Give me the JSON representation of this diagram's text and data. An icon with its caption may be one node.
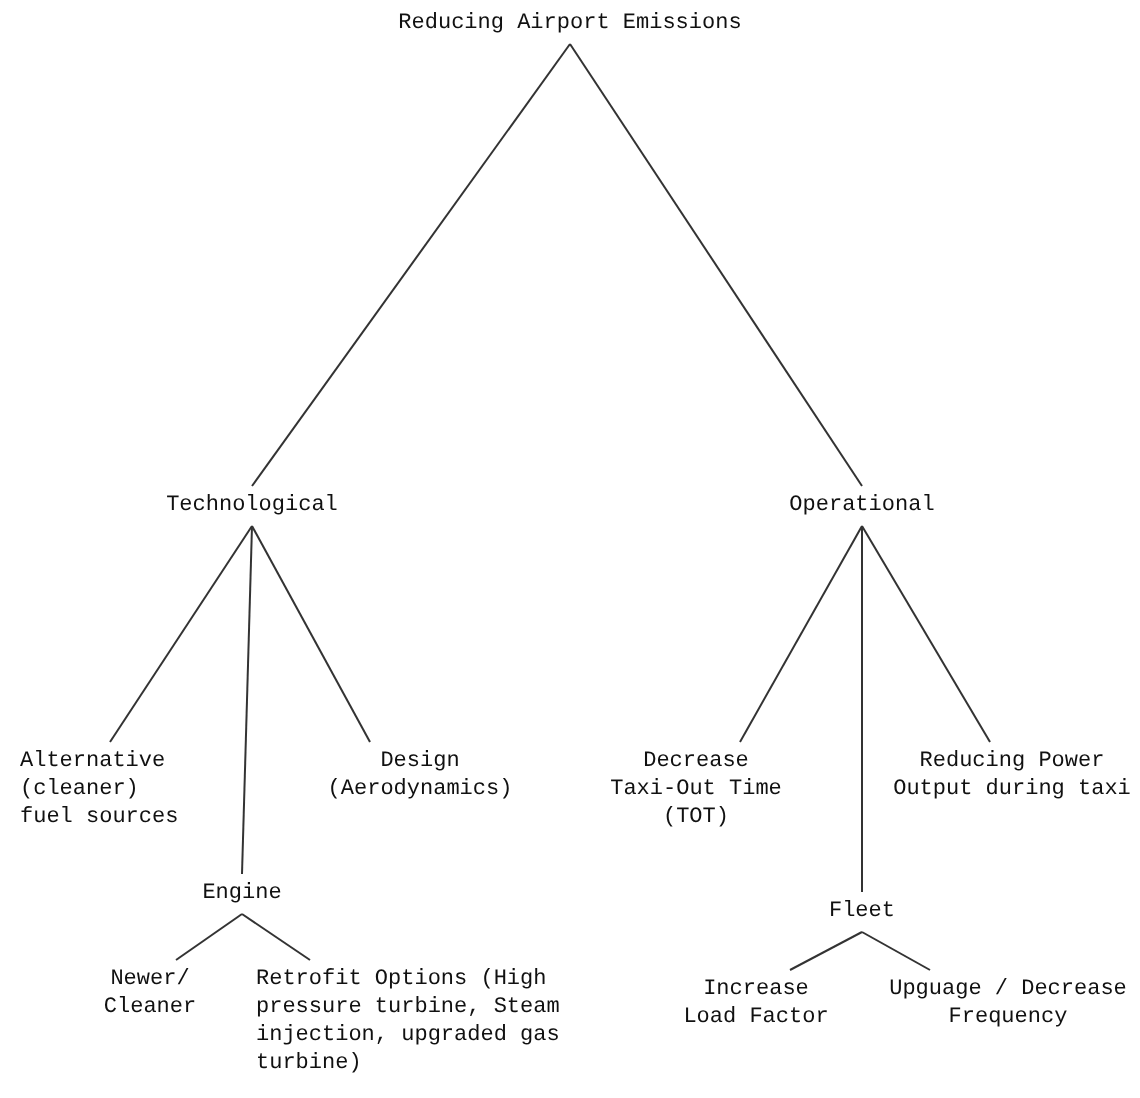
{
  "diagram": {
    "nodes": [
      {
        "text": [
          "Reducing Airport Emissions"
        ]
      },
      {
        "text": [
          "Technological"
        ]
      },
      {
        "text": [
          "Operational"
        ]
      },
      {
        "text": [
          "Alternative (cleaner) fuel sources"
        ]
      },
      {
        "text": [
          "Engine"
        ]
      },
      {
        "text": [
          "Design (Aerodynamics)"
        ]
      },
      {
        "text": [
          "Decrease Taxi-Out Time (TOT)"
        ]
      },
      {
        "text": [
          "Fleet"
        ]
      },
      {
        "text": [
          "Reducing Power Output during taxi"
        ]
      },
      {
        "text": [
          "Newer/ Cleaner"
        ]
      },
      {
        "text": [
          "Retrofit Options (High pressure turbine, Steam injection, upgraded gas turbine)"
        ]
      },
      {
        "text": [
          "Increase Load Factor"
        ]
      },
      {
        "text": [
          "Upguage / Decrease Frequency"
        ]
      }
    ],
    "edges": [
      {
        "from": 0,
        "to": 1,
        "arrow": "none"
      },
      {
        "from": 0,
        "to": 2,
        "arrow": "none"
      },
      {
        "from": 1,
        "to": 3,
        "arrow": "none"
      },
      {
        "from": 1,
        "to": 4,
        "arrow": "none"
      },
      {
        "from": 1,
        "to": 5,
        "arrow": "none"
      },
      {
        "from": 2,
        "to": 6,
        "arrow": "none"
      },
      {
        "from": 2,
        "to": 7,
        "arrow": "none"
      },
      {
        "from": 2,
        "to": 8,
        "arrow": "none"
      },
      {
        "from": 4,
        "to": 9,
        "arrow": "none"
      },
      {
        "from": 4,
        "to": 10,
        "arrow": "none"
      },
      {
        "from": 7,
        "to": 11,
        "arrow": "none"
      },
      {
        "from": 7,
        "to": 12,
        "arrow": "none"
      }
    ]
  }
}
